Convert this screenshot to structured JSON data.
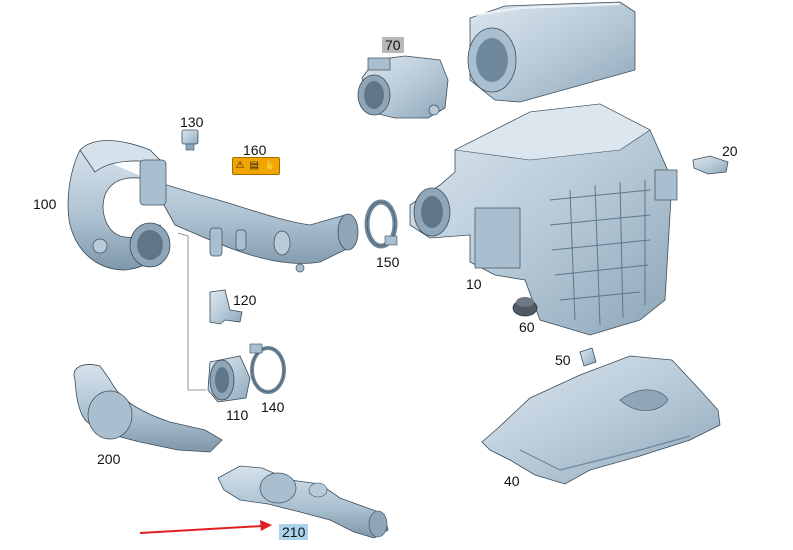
{
  "diagram": {
    "part_numbers": {
      "p70": "70",
      "p130": "130",
      "p160": "160",
      "p20": "20",
      "p100": "100",
      "p150": "150",
      "p10": "10",
      "p120": "120",
      "p60": "60",
      "p50": "50",
      "p110": "110",
      "p140": "140",
      "p200": "200",
      "p40": "40",
      "p210": "210"
    },
    "colors": {
      "part_fill": "#b9cbd9",
      "part_shade": "#8ea6b8",
      "part_dark": "#5f7688",
      "part_light": "#dbe6ee",
      "outline": "#3d4d5a",
      "arrow": "#e02020",
      "highlight_grey": "#b8b8b8",
      "highlight_blue": "#a9d3ea",
      "warning_label": "#f0a500"
    },
    "warning_label_icons": [
      "warning-triangle-icon",
      "manual-icon",
      "hand-icon"
    ]
  }
}
